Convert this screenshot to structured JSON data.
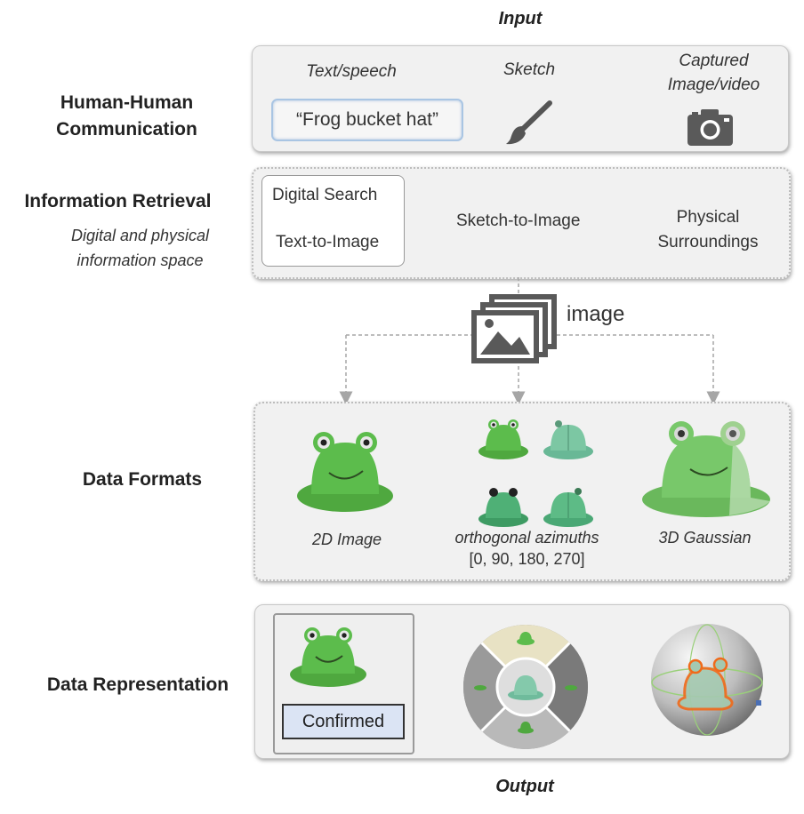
{
  "header": {
    "input_title": "Input",
    "output_title": "Output"
  },
  "rows": {
    "communication": {
      "label": "Human-Human Communication"
    },
    "retrieval": {
      "label": "Information Retrieval",
      "sublabel": "Digital and physical information space"
    },
    "formats": {
      "label": "Data Formats"
    },
    "representation": {
      "label": "Data Representation"
    }
  },
  "input_panel": {
    "text_speech": "Text/speech",
    "sketch": "Sketch",
    "captured": "Captured Image/video",
    "query": "“Frog bucket hat”"
  },
  "retrieval_panel": {
    "digital_search": "Digital Search",
    "text_to_image": "Text-to-Image",
    "sketch_to_image": "Sketch-to-Image",
    "physical": "Physical Surroundings"
  },
  "image_node": {
    "label": "image"
  },
  "formats_panel": {
    "image_2d": "2D Image",
    "azimuths": "orthogonal azimuths",
    "azimuth_values": "[0, 90, 180, 270]",
    "gaussian": "3D Gaussian"
  },
  "representation_panel": {
    "confirmed": "Confirmed"
  },
  "icons": [
    "paintbrush-icon",
    "camera-icon",
    "image-gallery-icon",
    "frog-hat-icon"
  ],
  "colors": {
    "hat_green": "#5ab84a",
    "panel_bg": "#f1f1f1",
    "confirm_bg": "#dbe4f4",
    "highlight_orange": "#f06a1a"
  }
}
